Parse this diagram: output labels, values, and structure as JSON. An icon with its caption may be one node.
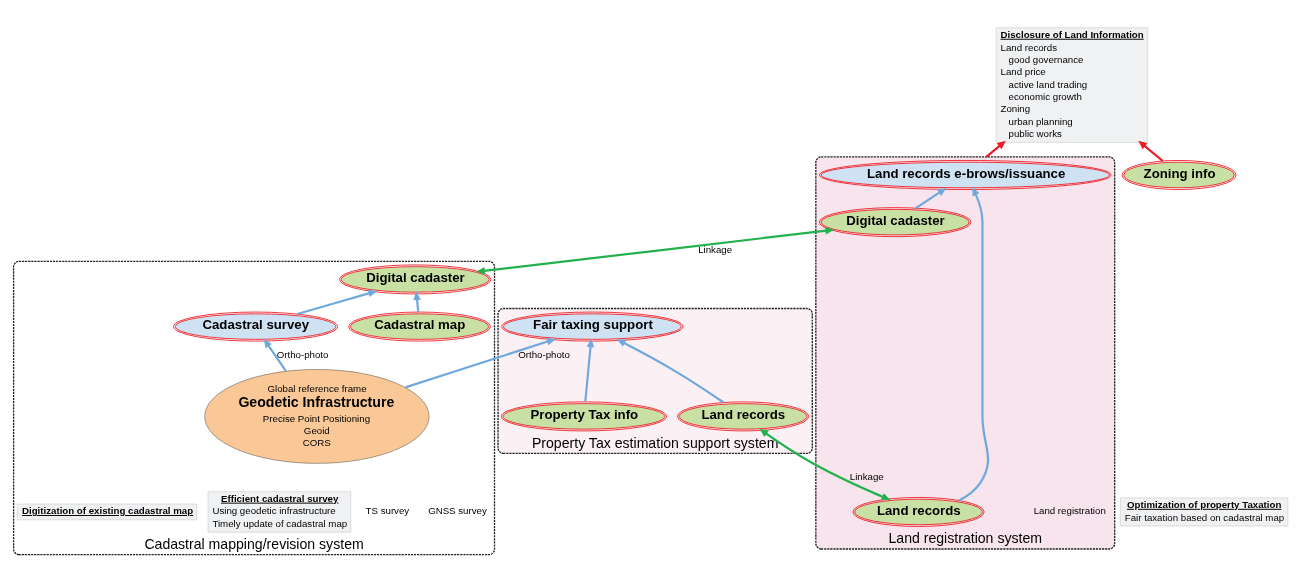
{
  "diagram": {
    "nodes": [
      {
        "text": [
          "Cadastral mapping/revision system"
        ]
      },
      {
        "text": [
          "Digital cadaster"
        ],
        "in": 0
      },
      {
        "text": [
          "Cadastral survey"
        ],
        "in": 0
      },
      {
        "text": [
          "Cadastral map"
        ],
        "in": 0
      },
      {
        "text": [
          "Global reference frame",
          "Geodetic Infrastructure",
          "Precise Point Positioning",
          "Geoid",
          "CORS"
        ],
        "in": 0
      },
      {
        "text": [
          "Efficient cadastral survey",
          "Using geodetic infrastructure",
          "Timely update of cadastral map"
        ],
        "in": 0
      },
      {
        "text": [
          "Digitization of existing cadastral map"
        ],
        "in": 0
      },
      {
        "text": [
          "Land registration system"
        ]
      },
      {
        "text": [
          "Land records e-brows/issuance"
        ],
        "in": 7
      },
      {
        "text": [
          "Digital cadaster"
        ],
        "in": 7
      },
      {
        "text": [
          "Land records"
        ],
        "in": 7
      },
      {
        "text": [
          "Disclosure of Land Information",
          "Land records",
          "good governance",
          "Land price",
          "active land trading",
          "economic growth",
          "Zoning",
          "urban planning",
          "public works"
        ]
      },
      {
        "text": [
          "Zoning info"
        ]
      },
      {
        "text": [
          "Property Tax estimation support system"
        ]
      },
      {
        "text": [
          "Land records"
        ],
        "in": 13
      },
      {
        "text": [
          "Fair taxing support"
        ],
        "in": 13
      },
      {
        "text": [
          "Property Tax info"
        ],
        "in": 13
      },
      {
        "text": [
          "Optimization of property Taxation",
          "Fair taxation based on cadastral map"
        ]
      }
    ],
    "edges": [
      {
        "from": 2,
        "to": 1,
        "arrow": "to"
      },
      {
        "from": 4,
        "to": 2,
        "arrow": "to",
        "label": "Ortho-photo"
      },
      {
        "from": 3,
        "to": 1,
        "arrow": "to"
      },
      {
        "from": 1,
        "to": 9,
        "arrow": "both",
        "color": "#22b14c",
        "label": "Linkage"
      },
      {
        "from": 9,
        "to": 8,
        "arrow": "to"
      },
      {
        "from": 10,
        "to": 8,
        "arrow": "to"
      },
      {
        "from": 7,
        "to": 11,
        "arrow": "to",
        "color": "#ed1c24"
      },
      {
        "from": 12,
        "to": 11,
        "arrow": "to",
        "color": "#ed1c24"
      },
      {
        "from": 10,
        "to": 14,
        "arrow": "both",
        "color": "#22b14c",
        "label": "Linkage"
      },
      {
        "from": 14,
        "to": 15,
        "arrow": "to"
      },
      {
        "from": 16,
        "to": 15,
        "arrow": "to"
      },
      {
        "from": 4,
        "to": 15,
        "arrow": "to",
        "label": "Ortho-photo"
      }
    ],
    "labels": [
      "GNSS survey",
      "TS survey",
      "Land registration"
    ]
  }
}
